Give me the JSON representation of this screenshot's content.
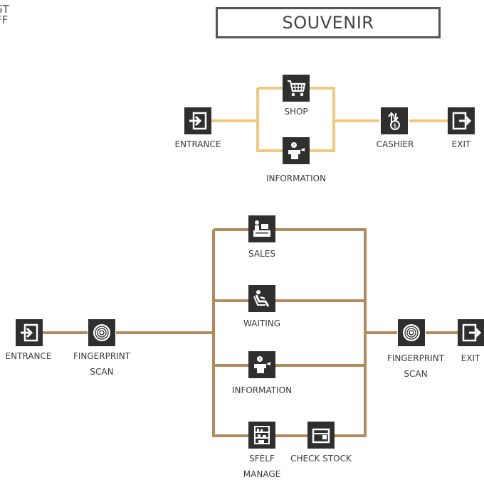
{
  "corner_text": [
    "ST",
    "FF"
  ],
  "title": "SOUVENIR",
  "colors": {
    "top_flow": "#f1c97e",
    "bottom_flow": "#b08a5a",
    "icon_bg": "#2f2f2f",
    "border": "#555555"
  },
  "top_flow": {
    "entrance": "ENTRANCE",
    "shop": "SHOP",
    "information": "INFORMATION",
    "cashier": "CASHIER",
    "exit": "EXIT"
  },
  "bottom_flow": {
    "entrance": "ENTRANCE",
    "fingerprint_in": [
      "FINGERPRINT",
      "SCAN"
    ],
    "sales": "SALES",
    "waiting": "WAITING",
    "information": "INFORMATION",
    "shelf_manage": [
      "SFELF",
      "MANAGE"
    ],
    "check_stock": "CHECK STOCK",
    "fingerprint_out": [
      "FINGERPRINT",
      "SCAN"
    ],
    "exit": "EXIT"
  },
  "icons": {
    "entrance": "entrance-icon",
    "exit": "exit-icon",
    "shop": "cart-icon",
    "information": "information-desk-icon",
    "cashier": "cashier-icon",
    "fingerprint": "fingerprint-icon",
    "sales": "sales-counter-icon",
    "waiting": "waiting-chair-icon",
    "shelf": "shelf-icon",
    "check_stock": "box-icon"
  }
}
